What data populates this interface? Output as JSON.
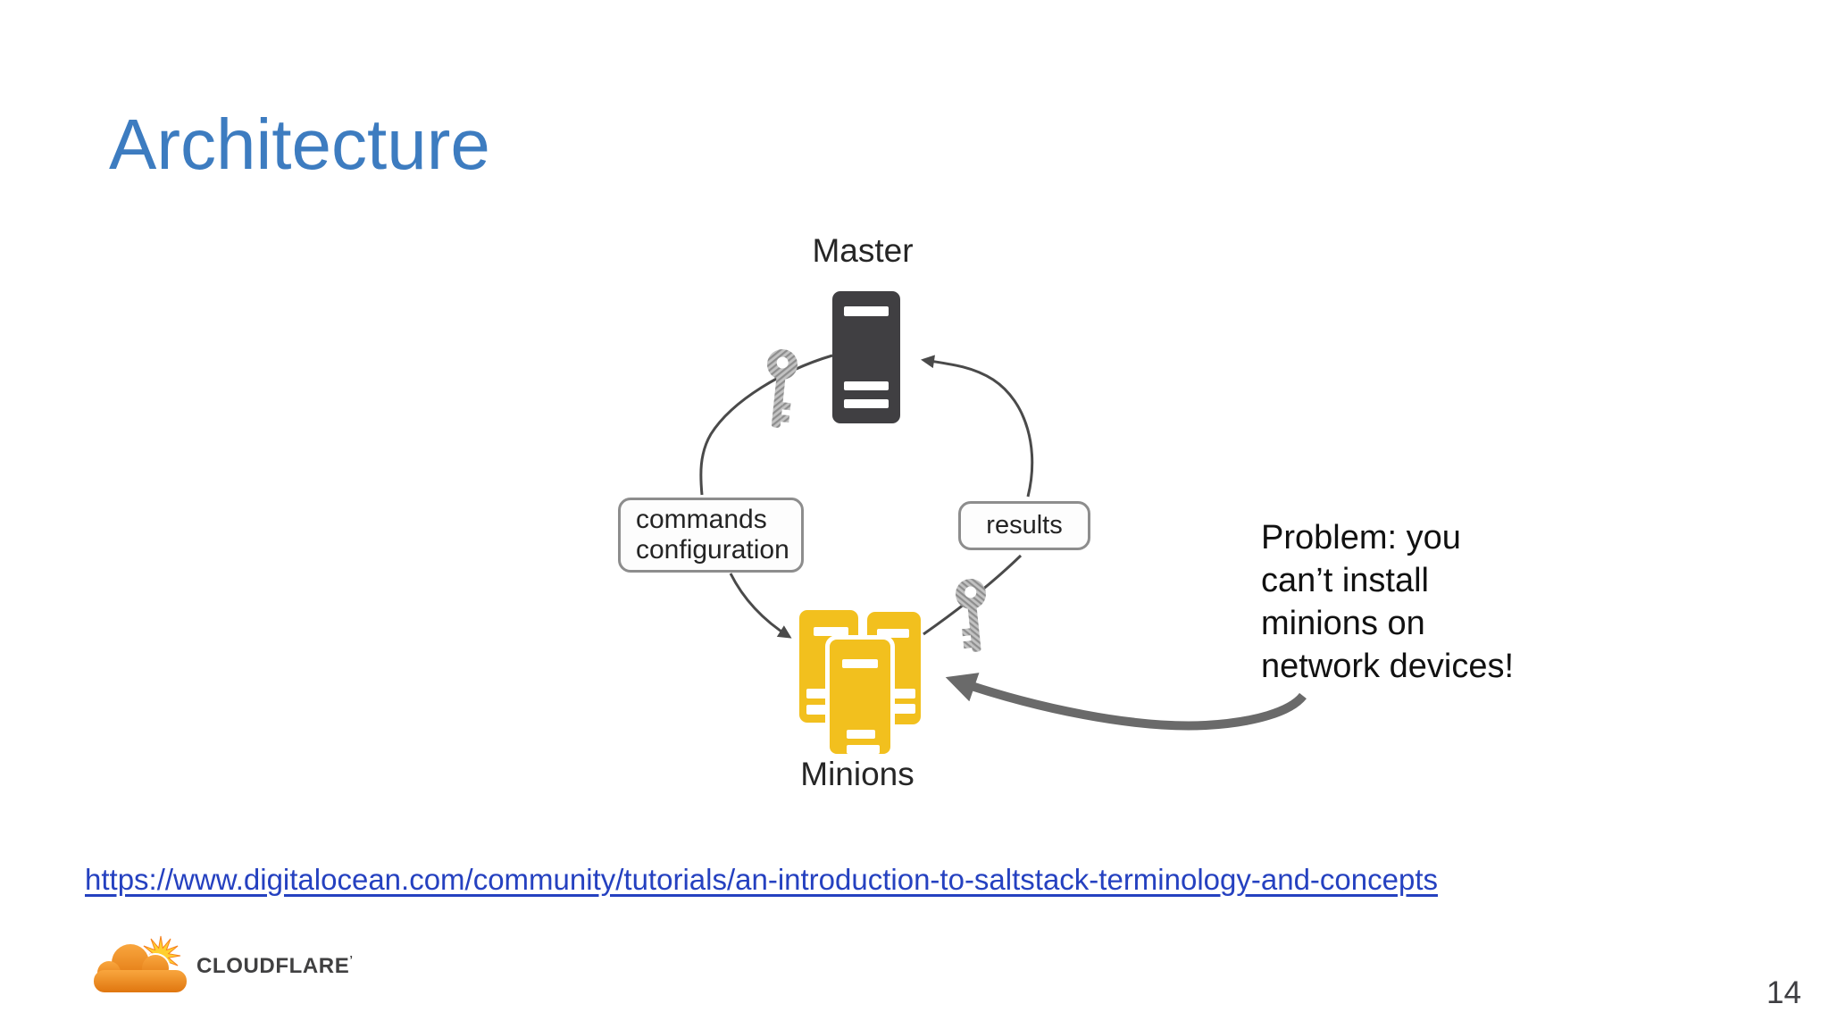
{
  "slide": {
    "title": "Architecture",
    "page_number": "14",
    "source_link": "https://www.digitalocean.com/community/tutorials/an-introduction-to-saltstack-terminology-and-concepts"
  },
  "diagram": {
    "master_label": "Master",
    "minions_label": "Minions",
    "commands_box": {
      "line1": "commands",
      "line2": "configuration"
    },
    "results_label": "results",
    "icons": {
      "master": "server-icon",
      "minions": "server-stack-icon",
      "keys": "key-icon",
      "flow": "circular-arrows"
    }
  },
  "problem": {
    "lines": [
      "Problem: you",
      "can’t install",
      "minions on",
      "network devices!"
    ]
  },
  "footer": {
    "brand_wordmark": "CLOUDFLARE",
    "trademark_tick": "’",
    "logo": "cloudflare-cloud-logo"
  },
  "colors": {
    "title_blue": "#3d7cc0",
    "link_blue": "#2541c0",
    "master_dark": "#403f42",
    "minion_yellow": "#f2c01e",
    "diagram_line_gray": "#4a4a4a",
    "big_arrow_gray": "#6a6a6a",
    "box_border_gray": "#8d8d8d",
    "cloudflare_orange": "#f6921e",
    "starburst_yellow": "#ffd02f"
  }
}
